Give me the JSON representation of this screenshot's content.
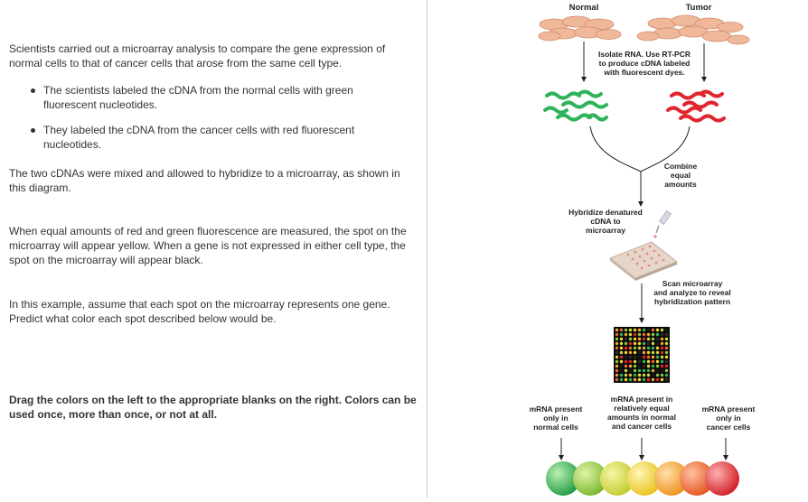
{
  "instructions": {
    "intro": "Scientists carried out a microarray analysis to compare the gene expression of normal cells to that of cancer cells that arose from the same cell type.",
    "bullets": [
      "The scientists labeled the cDNA from the normal cells with green fluorescent nucleotides.",
      "They labeled the cDNA from the cancer cells with red fluorescent nucleotides."
    ],
    "mixed": "The two cDNAs were mixed and allowed to hybridize to a microarray, as shown in this diagram.",
    "colors_rule": "When equal amounts of red and green fluorescence are measured, the spot on the microarray will appear yellow. When a gene is not expressed in either cell type, the spot on the microarray will appear black.",
    "assume": "In this example, assume that each spot on the microarray represents one gene. Predict what color each spot described below would be.",
    "drag": "Drag the colors on the left to the appropriate blanks on the right. Colors can be used once, more than once, or not at all."
  },
  "diagram": {
    "normal_label": "Normal",
    "tumor_label": "Tumor",
    "isolate_line1": "Isolate RNA. Use RT-PCR",
    "isolate_line2": "to produce cDNA labeled",
    "isolate_line3": "with fluorescent dyes.",
    "combine_line1": "Combine",
    "combine_line2": "equal",
    "combine_line3": "amounts",
    "hyb_line1": "Hybridize denatured",
    "hyb_line2": "cDNA to",
    "hyb_line3": "microarray",
    "scan_line1": "Scan microarray",
    "scan_line2": "and analyze to reveal",
    "scan_line3": "hybridization pattern",
    "left_line1": "mRNA present",
    "left_line2": "only in",
    "left_line3": "normal cells",
    "mid_line1": "mRNA present in",
    "mid_line2": "relatively equal",
    "mid_line3": "amounts in normal",
    "mid_line4": "and cancer cells",
    "right_line1": "mRNA present",
    "right_line2": "only in",
    "right_line3": "cancer cells",
    "colors": {
      "green": "#2fb35a",
      "red": "#e0252d",
      "yellow": "#f5d431",
      "cell": "#f0b89a",
      "orange_spectrum": [
        "#2fb35a",
        "#8cc63f",
        "#cfd93a",
        "#f5d431",
        "#f7a531",
        "#f06a2f",
        "#e0252d"
      ]
    }
  }
}
